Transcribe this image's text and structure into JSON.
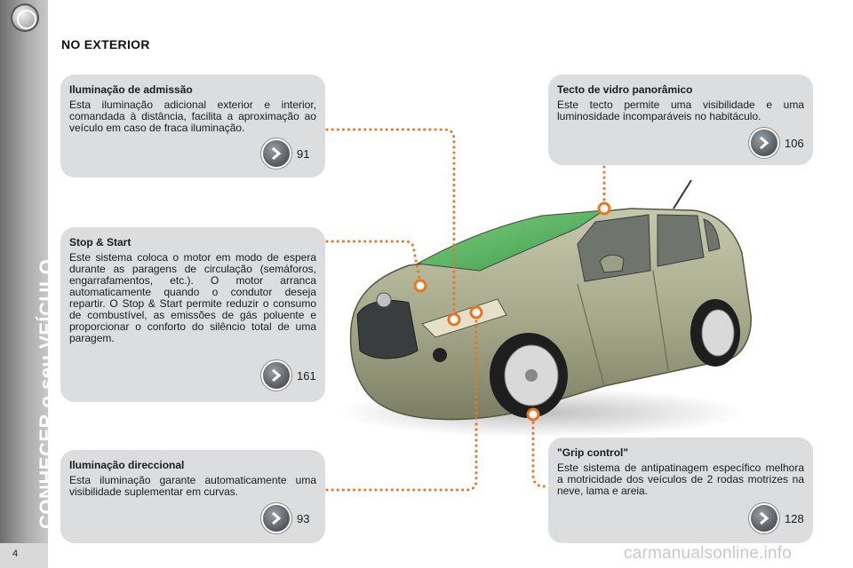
{
  "sidebar": {
    "section": "CONHECER o seu VEÍCULO",
    "page_number": "4"
  },
  "page": {
    "title": "NO EXTERIOR"
  },
  "boxes": [
    {
      "id": "iluminacao-admissao",
      "title": "Iluminação de admissão",
      "body": "Esta iluminação adicional exterior e interior, comandada à distância, facilita a aproximação ao veículo em caso de fraca iluminação.",
      "ref": "91"
    },
    {
      "id": "stop-start",
      "title": "Stop & Start",
      "body": "Este sistema coloca o motor em modo de espera durante as paragens de circulação (semáforos, engarrafamentos, etc.). O motor arranca automaticamente quando o condutor deseja repartir. O Stop & Start permite reduzir o consumo de combustível, as emissões de gás poluente e proporcionar o conforto do silêncio total de uma paragem.",
      "ref": "161"
    },
    {
      "id": "iluminacao-direccional",
      "title": "Iluminação direccional",
      "body": "Esta iluminação garante automaticamente uma visibilidade suplementar em curvas.",
      "ref": "93"
    },
    {
      "id": "tecto-vidro",
      "title": "Tecto de vidro panorâmico",
      "body": "Este tecto permite uma visibilidade e uma luminosidade incomparáveis no habitáculo.",
      "ref": "106"
    },
    {
      "id": "grip-control",
      "title": "\"Grip control\"",
      "body": "Este sistema de antipatinagem específico melhora a motricidade dos veículos de 2 rodas motrizes na neve, lama e areia.",
      "ref": "128"
    }
  ],
  "watermark": "carmanualsonline.info",
  "colors": {
    "leader": "#e8761e",
    "box": "#dcdddf",
    "car_body": "#a7a98a"
  }
}
